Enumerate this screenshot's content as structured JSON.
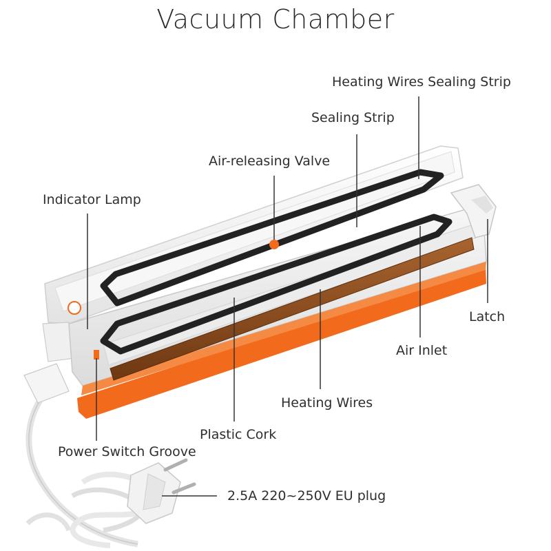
{
  "title": "Vacuum Chamber",
  "labels": {
    "heating_wires_sealing_strip": "Heating Wires Sealing Strip",
    "sealing_strip": "Sealing Strip",
    "air_releasing_valve": "Air-releasing Valve",
    "indicator_lamp": "Indicator Lamp",
    "latch": "Latch",
    "air_inlet": "Air Inlet",
    "heating_wires": "Heating Wires",
    "plastic_cork": "Plastic Cork",
    "power_switch_groove": "Power Switch Groove",
    "plug": "2.5A 220~250V EU plug"
  },
  "colors": {
    "body_white": "#f2f2f2",
    "accent_orange": "#f26a1b",
    "gasket_black": "#222222",
    "heating_strip_brown": "#8a4a1c",
    "leader_line": "#333333"
  }
}
